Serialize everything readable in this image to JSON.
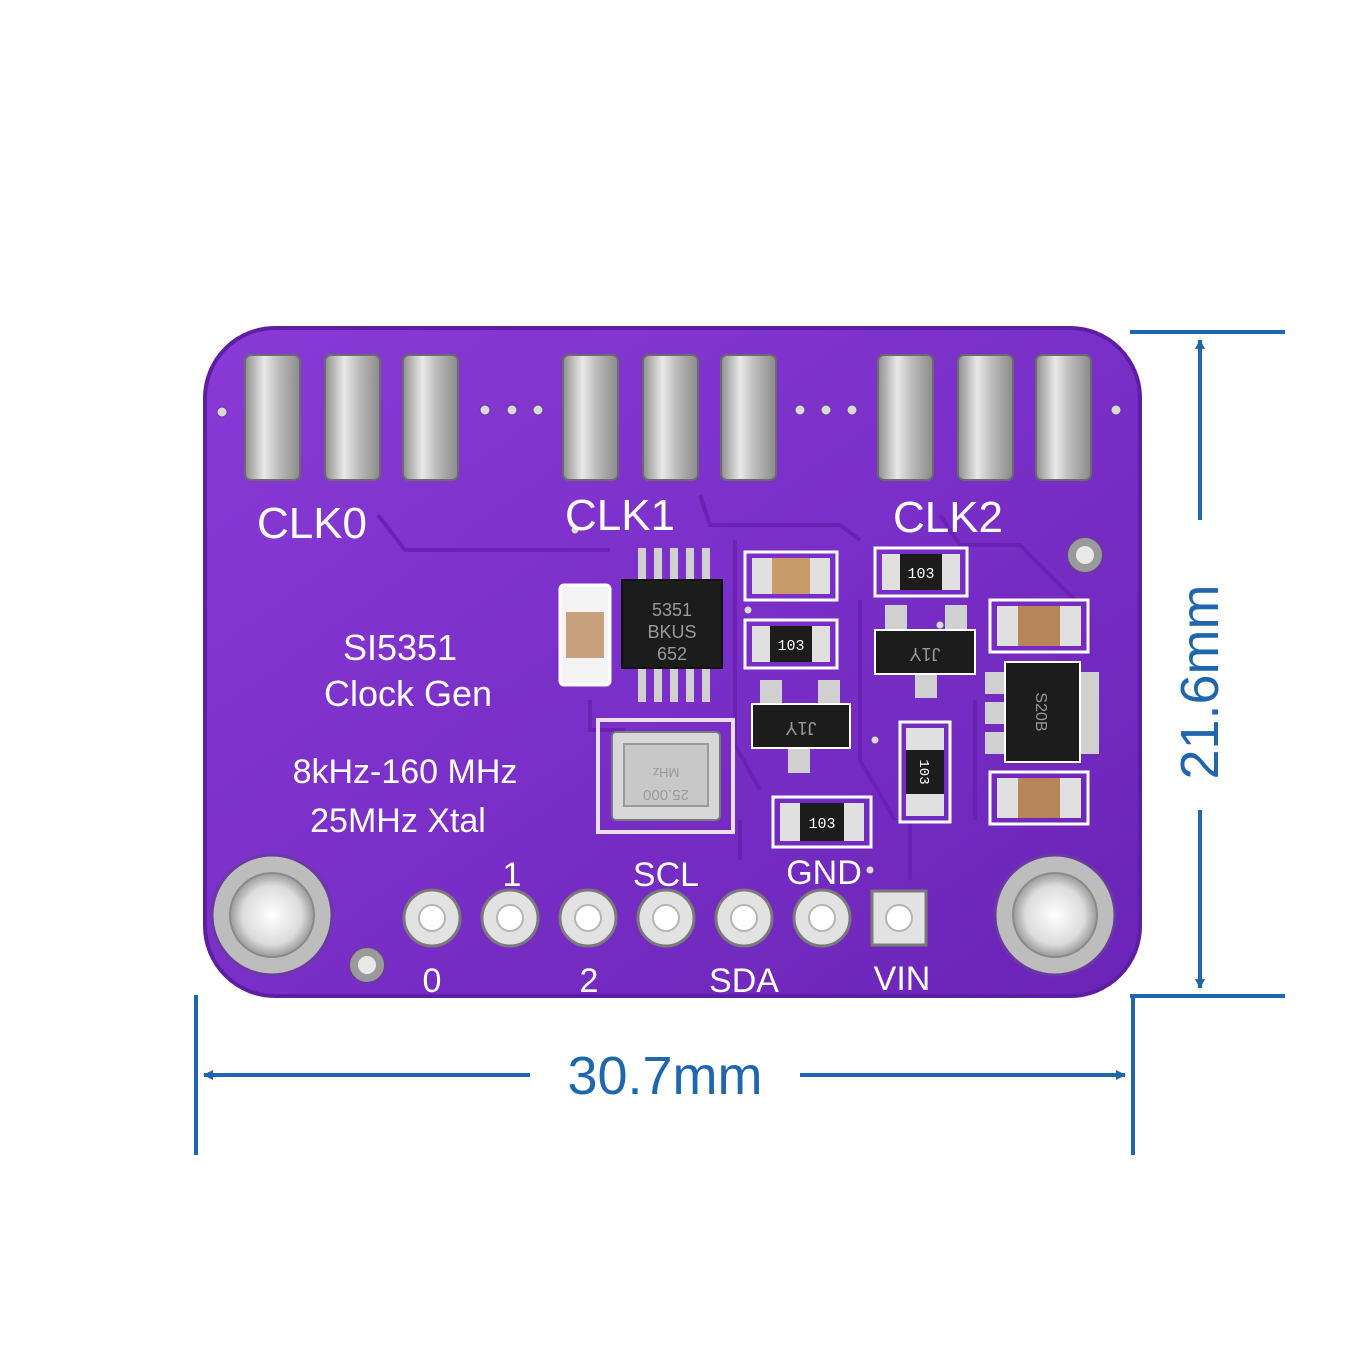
{
  "board": {
    "header_labels": [
      "CLK0",
      "CLK1",
      "CLK2"
    ],
    "title_lines": [
      "SI5351",
      "Clock Gen"
    ],
    "spec_lines": [
      "8kHz-160 MHz",
      "25MHz Xtal"
    ],
    "pins_top": [
      "1",
      "SCL",
      "GND"
    ],
    "pins_bottom": [
      "0",
      "2",
      "SDA",
      "VIN"
    ],
    "ic_marking": [
      "5351",
      "BKUS",
      "652"
    ],
    "crystal_marking": [
      "25.000",
      "MHz"
    ],
    "resistor_marking": "103",
    "regulator_marking": "J1Y",
    "ldo_marking": "S20B"
  },
  "dimensions": {
    "width": "30.7mm",
    "height": "21.6mm"
  },
  "colors": {
    "pcb": "#7a2fc8",
    "pcb_edge": "#5d1ea3",
    "silkscreen": "#ffffff",
    "pad_metal": "#cfcfcf",
    "dimension_lines": "#1f66ad"
  }
}
